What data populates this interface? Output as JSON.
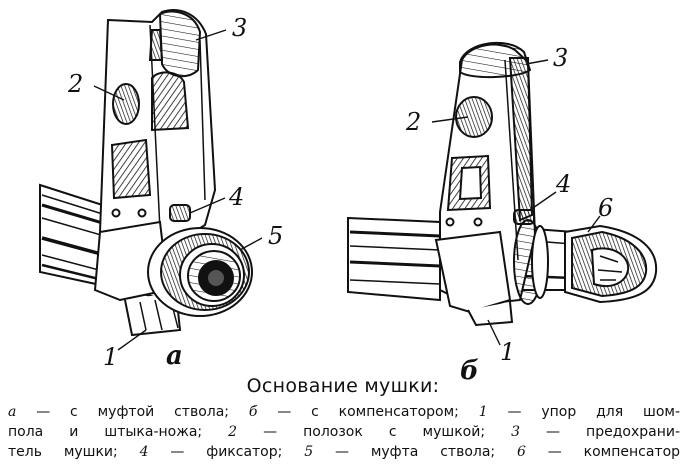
{
  "figure": {
    "left": {
      "letter": "а",
      "callouts": {
        "c1": "1",
        "c2": "2",
        "c3": "3",
        "c4": "4",
        "c5": "5"
      }
    },
    "right": {
      "letter": "б",
      "callouts": {
        "c1": "1",
        "c2": "2",
        "c3": "3",
        "c4": "4",
        "c6": "6"
      }
    }
  },
  "caption": {
    "title": "Основание мушки:",
    "legend": [
      {
        "key": "а",
        "text": " — с муфтой ствола; "
      },
      {
        "key": "б",
        "text": " — с компенсатором; "
      },
      {
        "key": "1",
        "text": " — упор для шомпола и штыка-ножа; "
      },
      {
        "key": "2",
        "text": " — полозок с мушкой; "
      },
      {
        "key": "3",
        "text": " — предохранитель мушки; "
      },
      {
        "key": "4",
        "text": " — фиксатор; "
      },
      {
        "key": "5",
        "text": " — муфта ствола; "
      },
      {
        "key": "6",
        "text": " — компенсатор"
      }
    ],
    "lines": [
      {
        "parts": [
          [
            "а",
            " — с муфтой ствола; "
          ],
          [
            "б",
            " — с компенсатором; "
          ],
          [
            "1",
            " — упор для шом-"
          ]
        ]
      },
      {
        "parts": [
          [
            "",
            "пола и штыка-ножа; "
          ],
          [
            "2",
            " — полозок с мушкой; "
          ],
          [
            "3",
            " — предохрани-"
          ]
        ]
      },
      {
        "parts": [
          [
            "",
            "тель мушки; "
          ],
          [
            "4",
            " — фиксатор; "
          ],
          [
            "5",
            " — муфта ствола; "
          ],
          [
            "6",
            " — компенсатор"
          ]
        ]
      }
    ]
  }
}
